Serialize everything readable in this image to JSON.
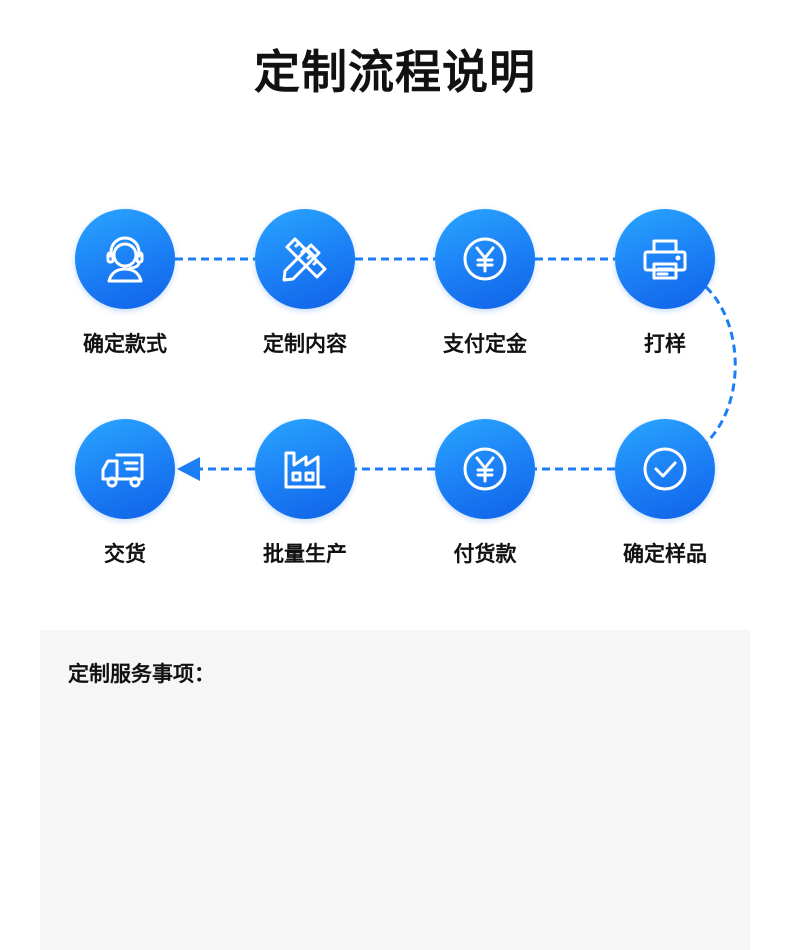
{
  "title": "定制流程说明",
  "steps": [
    {
      "label": "确定款式",
      "icon": "customer-service-headset-icon"
    },
    {
      "label": "定制内容",
      "icon": "pencil-ruler-icon"
    },
    {
      "label": "支付定金",
      "icon": "yen-coin-icon"
    },
    {
      "label": "打样",
      "icon": "printer-icon"
    },
    {
      "label": "确定样品",
      "icon": "checkmark-circle-icon"
    },
    {
      "label": "付货款",
      "icon": "yen-coin-icon"
    },
    {
      "label": "批量生产",
      "icon": "factory-icon"
    },
    {
      "label": "交货",
      "icon": "delivery-truck-icon"
    }
  ],
  "colors": {
    "accent": "#1b7ef5",
    "accent_light": "#2aa6ff",
    "text": "#111111",
    "panel_background": "#f6f6f6"
  },
  "notes": {
    "title": "定制服务事项："
  }
}
